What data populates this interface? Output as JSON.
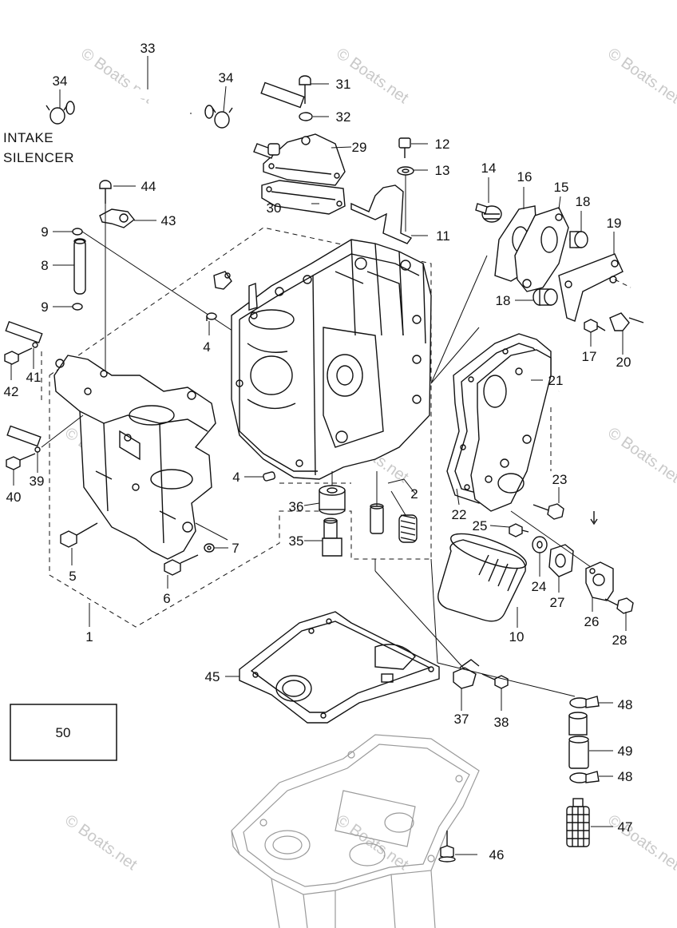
{
  "watermark": "© Boats.net",
  "labels": {
    "intake": "INTAKE",
    "silencer": "SILENCER",
    "box": "50"
  },
  "callouts": {
    "c1": "1",
    "c2": "2",
    "c4a": "4",
    "c4b": "4",
    "c5": "5",
    "c6": "6",
    "c7": "7",
    "c8": "8",
    "c9a": "9",
    "c9b": "9",
    "c10": "10",
    "c11": "11",
    "c12": "12",
    "c13": "13",
    "c14": "14",
    "c15": "15",
    "c16": "16",
    "c17": "17",
    "c18a": "18",
    "c18b": "18",
    "c19": "19",
    "c20": "20",
    "c21": "21",
    "c22": "22",
    "c23": "23",
    "c24": "24",
    "c25": "25",
    "c26": "26",
    "c27": "27",
    "c28": "28",
    "c29": "29",
    "c30": "30",
    "c31": "31",
    "c32": "32",
    "c33": "33",
    "c34a": "34",
    "c34b": "34",
    "c35": "35",
    "c36": "36",
    "c37": "37",
    "c38": "38",
    "c39": "39",
    "c40": "40",
    "c41": "41",
    "c42": "42",
    "c43": "43",
    "c44": "44",
    "c45": "45",
    "c46": "46",
    "c47": "47",
    "c48a": "48",
    "c48b": "48",
    "c49": "49"
  }
}
